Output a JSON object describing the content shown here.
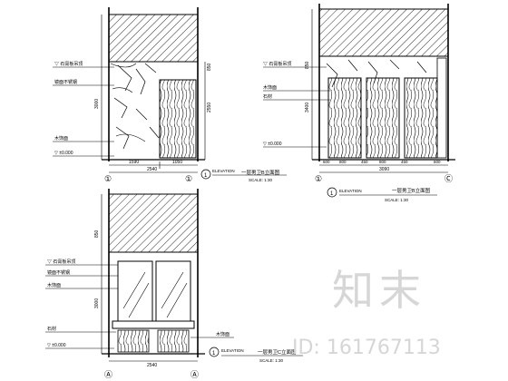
{
  "elevations": [
    {
      "key": "a",
      "circle_code": "1",
      "grid_left": "①",
      "grid_right": "①",
      "caption_tag": "ELEVATION",
      "title": "一层男卫B立面图",
      "scale": "SCALE: 1:30",
      "total_width": "2540",
      "segments": [
        "1590",
        "1050"
      ],
      "heights": [
        "3000",
        "2550",
        "850"
      ],
      "left_callouts": [
        "▽ 石膏板吊顶",
        "镜面不锈钢",
        "木饰面",
        "▽ ±0.000"
      ],
      "right_callouts": []
    },
    {
      "key": "b",
      "circle_code": "1",
      "grid_left": "①",
      "grid_right": "Ⓒ",
      "caption_tag": "ELEVATION",
      "title": "一层男卫B立面图",
      "scale": "SCALE: 1:30",
      "total_width": "3090",
      "segments": [
        "600",
        "800",
        "450",
        "800",
        "450",
        "600"
      ],
      "heights": [
        "3400",
        "850"
      ],
      "left_callouts": [
        "▽ 石膏板吊顶",
        "木饰面",
        "石材",
        "▽ ±0.000"
      ],
      "right_callouts": []
    },
    {
      "key": "c",
      "circle_code": "1",
      "grid_left": "Ⓐ",
      "grid_right": "Ⓐ",
      "caption_tag": "ELEVATION",
      "title": "一层男卫C立面图",
      "scale": "SCALE: 1:30",
      "total_width": "2540",
      "segments": [],
      "heights": [
        "3000",
        "850"
      ],
      "left_callouts": [
        "▽ 石膏板吊顶",
        "镜面不锈钢",
        "木饰面",
        "石材",
        "▽ ±0.000"
      ],
      "right_callouts": [
        "木饰面"
      ]
    }
  ],
  "watermark": {
    "logo_text": "知末",
    "id_text": "ID: 161767113"
  },
  "colors": {
    "ink": "#000000",
    "watermark": "#d6d6d6"
  }
}
